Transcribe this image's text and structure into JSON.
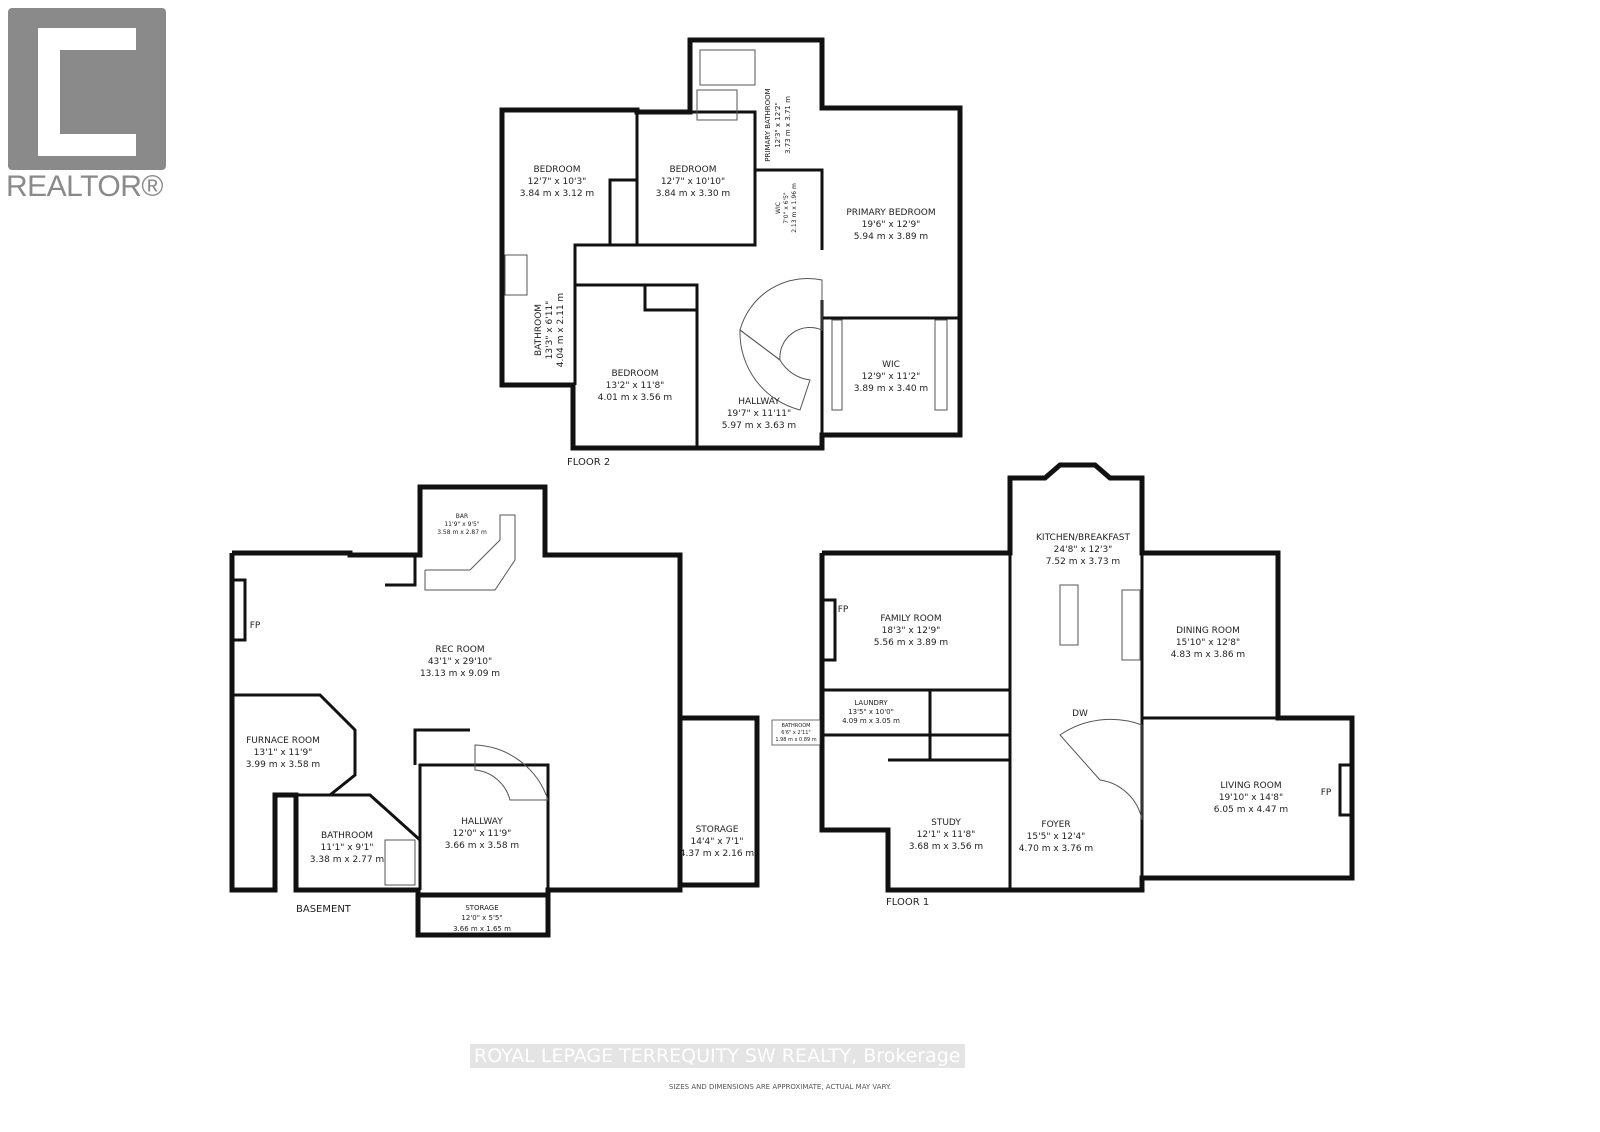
{
  "logo": {
    "text": "REALTOR®"
  },
  "floors": {
    "floor2": {
      "label": "FLOOR 2",
      "rooms": [
        {
          "name": "BEDROOM",
          "imperial": "12'7\" x 10'3\"",
          "metric": "3.84 m x 3.12 m"
        },
        {
          "name": "BEDROOM",
          "imperial": "12'7\" x 10'10\"",
          "metric": "3.84 m x 3.30 m"
        },
        {
          "name": "PRIMARY BATHROOM",
          "imperial": "12'3\" x 12'2\"",
          "metric": "3.73 m x 3.71 m"
        },
        {
          "name": "WIC",
          "imperial": "7'0\" x 6'5\"",
          "metric": "2.13 m x 1.96 m"
        },
        {
          "name": "PRIMARY BEDROOM",
          "imperial": "19'6\" x 12'9\"",
          "metric": "5.94 m x 3.89 m"
        },
        {
          "name": "BATHROOM",
          "imperial": "13'3\" x 6'11\"",
          "metric": "4.04 m x 2.11 m"
        },
        {
          "name": "BEDROOM",
          "imperial": "13'2\" x 11'8\"",
          "metric": "4.01 m x 3.56 m"
        },
        {
          "name": "HALLWAY",
          "imperial": "19'7\" x 11'11\"",
          "metric": "5.97 m x 3.63 m"
        },
        {
          "name": "WIC",
          "imperial": "12'9\" x 11'2\"",
          "metric": "3.89 m x 3.40 m"
        }
      ]
    },
    "basement": {
      "label": "BASEMENT",
      "fp": "FP",
      "rooms": [
        {
          "name": "BAR",
          "imperial": "11'9\" x 9'5\"",
          "metric": "3.58 m x 2.87 m"
        },
        {
          "name": "REC ROOM",
          "imperial": "43'1\" x 29'10\"",
          "metric": "13.13 m x 9.09 m"
        },
        {
          "name": "FURNACE ROOM",
          "imperial": "13'1\" x 11'9\"",
          "metric": "3.99 m x 3.58 m"
        },
        {
          "name": "BATHROOM",
          "imperial": "11'1\" x 9'1\"",
          "metric": "3.38 m x 2.77 m"
        },
        {
          "name": "HALLWAY",
          "imperial": "12'0\" x 11'9\"",
          "metric": "3.66 m x 3.58 m"
        },
        {
          "name": "STORAGE",
          "imperial": "14'4\" x 7'1\"",
          "metric": "4.37 m x 2.16 m"
        },
        {
          "name": "STORAGE",
          "imperial": "12'0\" x 5'5\"",
          "metric": "3.66 m x 1.65 m"
        }
      ]
    },
    "floor1": {
      "label": "FLOOR 1",
      "fp_family": "FP",
      "fp_living": "FP",
      "dw": "DW",
      "rooms": [
        {
          "name": "KITCHEN/BREAKFAST",
          "imperial": "24'8\" x 12'3\"",
          "metric": "7.52 m x 3.73 m"
        },
        {
          "name": "FAMILY ROOM",
          "imperial": "18'3\" x 12'9\"",
          "metric": "5.56 m x 3.89 m"
        },
        {
          "name": "DINING ROOM",
          "imperial": "15'10\" x 12'8\"",
          "metric": "4.83 m x 3.86 m"
        },
        {
          "name": "LAUNDRY",
          "imperial": "13'5\" x 10'0\"",
          "metric": "4.09 m x 3.05 m"
        },
        {
          "name": "BATHROOM",
          "imperial": "6'6\" x 2'11\"",
          "metric": "1.98 m x 0.89 m"
        },
        {
          "name": "LIVING ROOM",
          "imperial": "19'10\" x 14'8\"",
          "metric": "6.05 m x 4.47 m"
        },
        {
          "name": "STUDY",
          "imperial": "12'1\" x 11'8\"",
          "metric": "3.68 m x 3.56 m"
        },
        {
          "name": "FOYER",
          "imperial": "15'5\" x 12'4\"",
          "metric": "4.70 m x 3.76 m"
        }
      ]
    }
  },
  "footer": {
    "brokerage": "ROYAL LEPAGE TERREQUITY SW REALTY, Brokerage",
    "disclaimer": "SIZES AND DIMENSIONS ARE APPROXIMATE, ACTUAL MAY VARY."
  }
}
